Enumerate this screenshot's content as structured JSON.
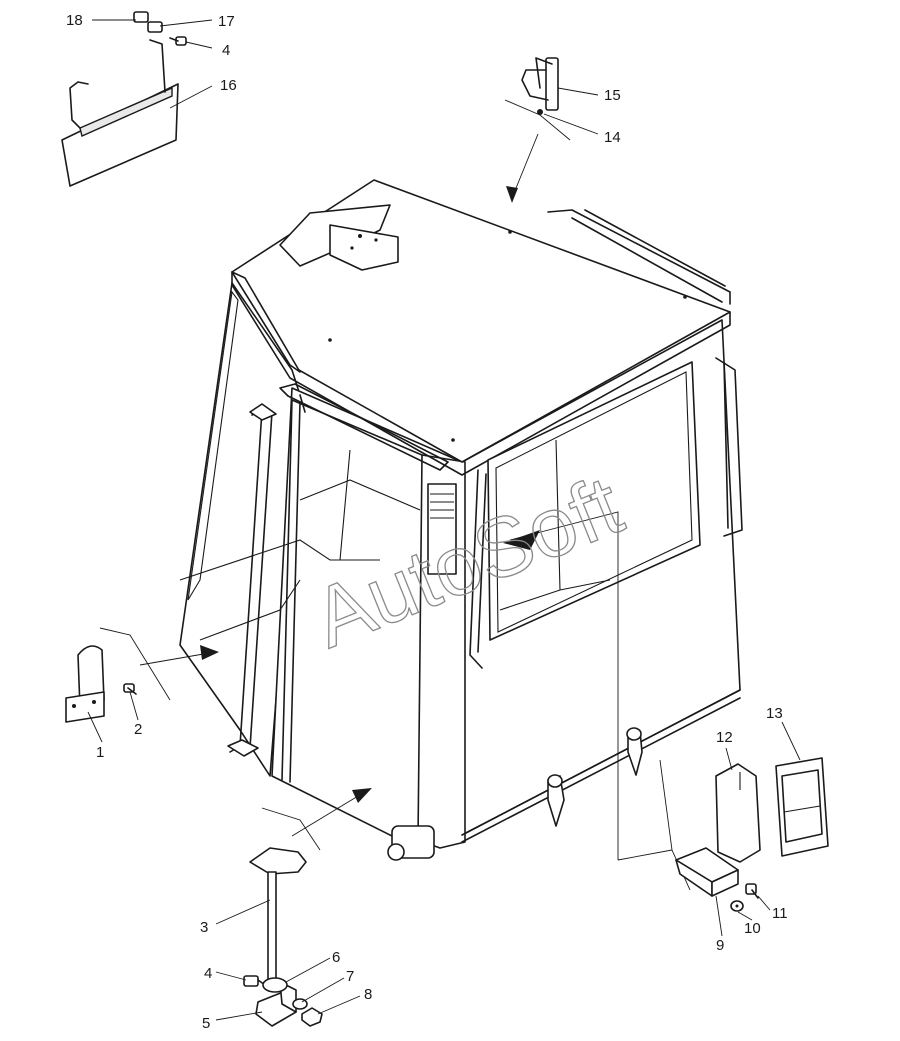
{
  "watermark": "AutoSoft",
  "callouts": {
    "c1": "1",
    "c2": "2",
    "c3": "3",
    "c4a": "4",
    "c4b": "4",
    "c5": "5",
    "c6": "6",
    "c7": "7",
    "c8": "8",
    "c9": "9",
    "c10": "10",
    "c11": "11",
    "c12": "12",
    "c13": "13",
    "c14": "14",
    "c15": "15",
    "c16": "16",
    "c17": "17",
    "c18": "18"
  }
}
